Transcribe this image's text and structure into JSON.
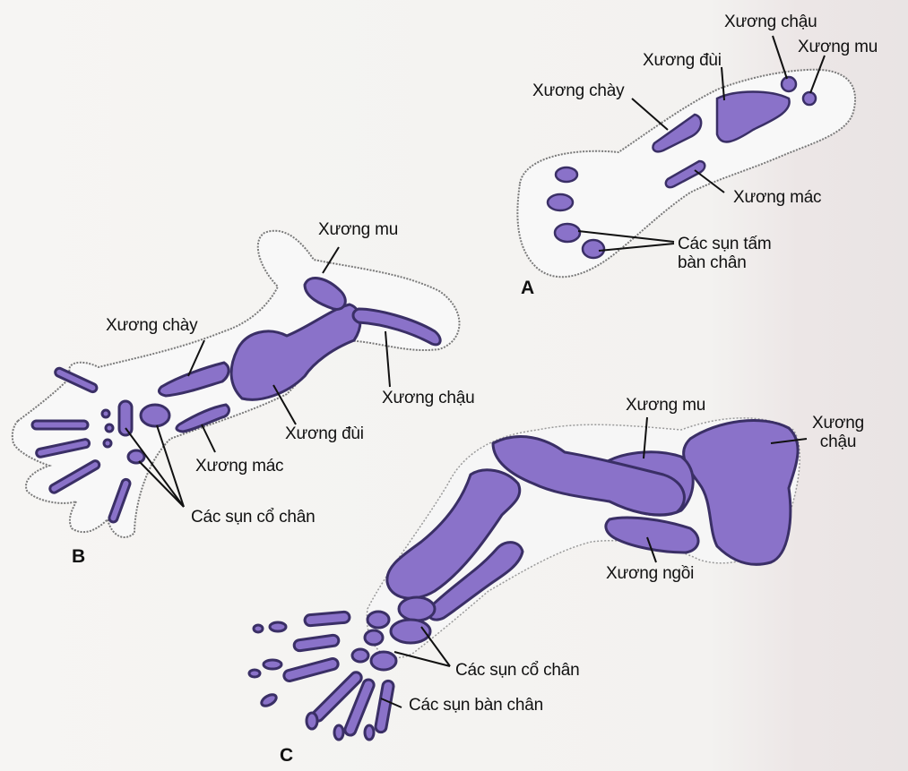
{
  "colors": {
    "bone": "#8a72c9",
    "bone_dark": "#3a2f66",
    "outline": "#6b6b6b",
    "leader": "#111111"
  },
  "panel_a": {
    "letter": "A",
    "labels": {
      "pelvis": "Xương chậu",
      "pubis": "Xương mu",
      "femur": "Xương đùi",
      "tibia": "Xương chày",
      "fibula": "Xương mác",
      "foot_plates": "Các sụn tấm\nbàn chân"
    }
  },
  "panel_b": {
    "letter": "B",
    "labels": {
      "pubis": "Xương mu",
      "tibia": "Xương chày",
      "pelvis": "Xương chậu",
      "femur": "Xương đùi",
      "fibula": "Xương mác",
      "tarsals": "Các sụn cổ chân"
    }
  },
  "panel_c": {
    "letter": "C",
    "labels": {
      "pubis": "Xương mu",
      "pelvis": "Xương\nchậu",
      "ischium": "Xương ngồi",
      "tarsals": "Các sụn cổ chân",
      "metatarsals": "Các sụn bàn chân"
    }
  }
}
